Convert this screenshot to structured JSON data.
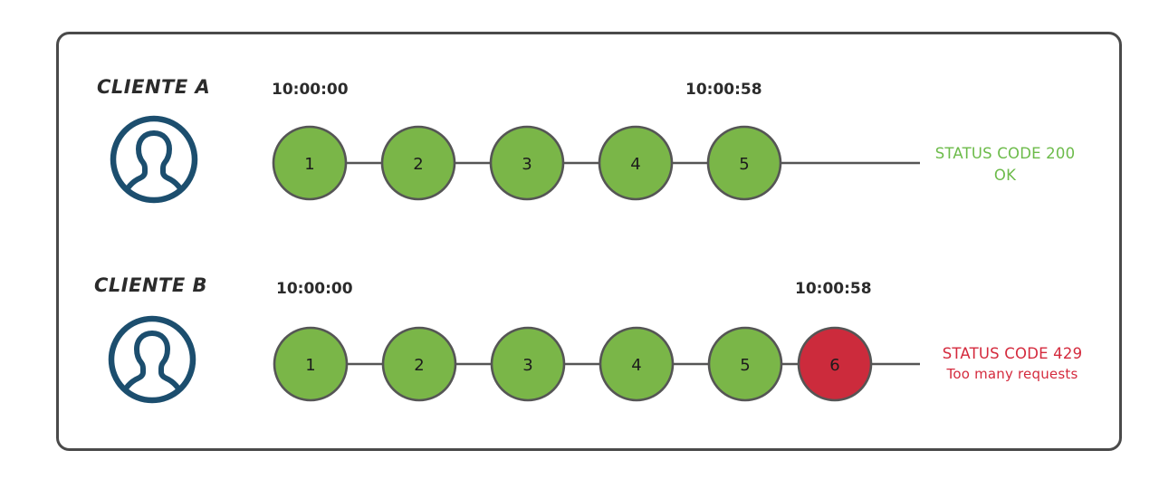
{
  "frame": {
    "border_color": "#4a4a4a",
    "background": "#ffffff"
  },
  "palette": {
    "node_green": "#7ab648",
    "node_red": "#cc2b3c",
    "node_stroke": "#555555",
    "connector": "#555555",
    "avatar_navy": "#1c4e6e",
    "status_ok_green": "#6cbb4a",
    "status_error_red": "#d42a3d",
    "text_dark": "#2b2b2b"
  },
  "rows": [
    {
      "label": "CLIENTE A",
      "avatar_icon": "user-avatar-icon",
      "time_start": "10:00:00",
      "time_end": "10:00:58",
      "nodes": [
        {
          "number": "1",
          "state": "ok"
        },
        {
          "number": "2",
          "state": "ok"
        },
        {
          "number": "3",
          "state": "ok"
        },
        {
          "number": "4",
          "state": "ok"
        },
        {
          "number": "5",
          "state": "ok"
        }
      ],
      "status_line1": "STATUS CODE 200",
      "status_line2": "OK",
      "status_state": "ok"
    },
    {
      "label": "CLIENTE B",
      "avatar_icon": "user-avatar-icon",
      "time_start": "10:00:00",
      "time_end": "10:00:58",
      "nodes": [
        {
          "number": "1",
          "state": "ok"
        },
        {
          "number": "2",
          "state": "ok"
        },
        {
          "number": "3",
          "state": "ok"
        },
        {
          "number": "4",
          "state": "ok"
        },
        {
          "number": "5",
          "state": "ok"
        },
        {
          "number": "6",
          "state": "error"
        }
      ],
      "status_line1": "STATUS CODE 429",
      "status_line2": "Too many requests",
      "status_state": "error"
    }
  ]
}
